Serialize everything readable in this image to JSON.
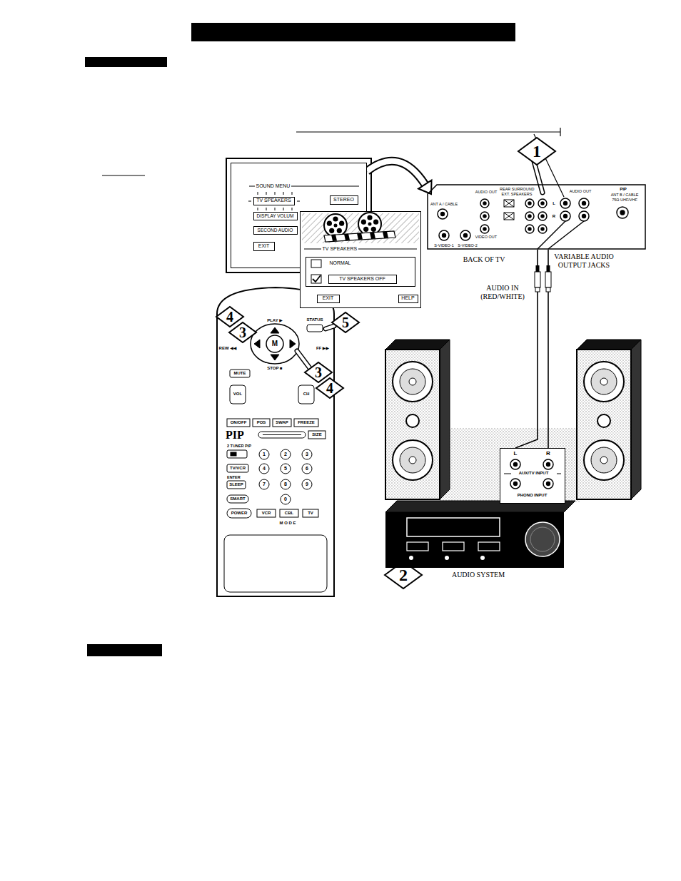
{
  "diagram": {
    "nodes": [
      {
        "text": [
          "SOUND MENU"
        ]
      },
      {
        "text": [
          "TV SPEAKERS"
        ],
        "in": 0
      },
      {
        "text": [
          "STEREO"
        ],
        "in": 0
      },
      {
        "text": [
          "DISPLAY VOLUM"
        ],
        "in": 0
      },
      {
        "text": [
          "SECOND AUDIO"
        ],
        "in": 0
      },
      {
        "text": [
          "EXIT"
        ],
        "in": 0
      },
      {
        "text": [
          "TV SPEAKERS"
        ]
      },
      {
        "text": [
          "NORMAL"
        ],
        "in": 6
      },
      {
        "text": [
          "TV SPEAKERS OFF"
        ],
        "in": 7
      },
      {
        "text": [
          "EXIT"
        ],
        "in": 6
      },
      {
        "text": [
          "HELP"
        ],
        "in": 6
      },
      {
        "text": [
          "BACK OF TV"
        ]
      },
      {
        "text": [
          "AUX/TV INPUT",
          "PHONO INPUT"
        ]
      },
      {
        "text": [
          "AUDIO SYSTEM"
        ]
      }
    ],
    "edges": [
      {
        "from": 0,
        "to": 11,
        "arrow": "to"
      },
      {
        "from": 11,
        "to": 12,
        "arrow": "none"
      },
      {
        "from": 11,
        "to": 12,
        "arrow": "none"
      }
    ],
    "labels": [
      "1",
      "2",
      "4",
      "3",
      "5",
      "3",
      "4",
      "ANT A / CABLE",
      "S-VIDEO-1",
      "S-VIDEO-2",
      "AUDIO OUT",
      "VIDEO OUT",
      "REAR SURROUND",
      "EXT. SPEAKERS",
      "AUDIO OUT",
      "L",
      "R",
      "PIP",
      "ANT B / CABLE",
      "75Ω UHF/VHF",
      "VARIABLE AUDIO OUTPUT JACKS",
      "AUDIO IN (RED/WHITE)",
      "L",
      "R",
      "PLAY ▶",
      "STATUS",
      "REW ◀◀",
      "FF ▶▶",
      "M",
      "STOP ■",
      "MUTE",
      "VOL",
      "CH",
      "ON/OFF",
      "POS",
      "SWAP",
      "FREEZE",
      "PIP",
      "SIZE",
      "2 TUNER PIP",
      "1",
      "2",
      "3",
      "TV/VCR",
      "4",
      "5",
      "6",
      "ENTER",
      "SLEEP",
      "7",
      "8",
      "9",
      "SMART",
      "0",
      "POWER",
      "VCR",
      "CBL",
      "TV",
      "M O D E"
    ]
  }
}
